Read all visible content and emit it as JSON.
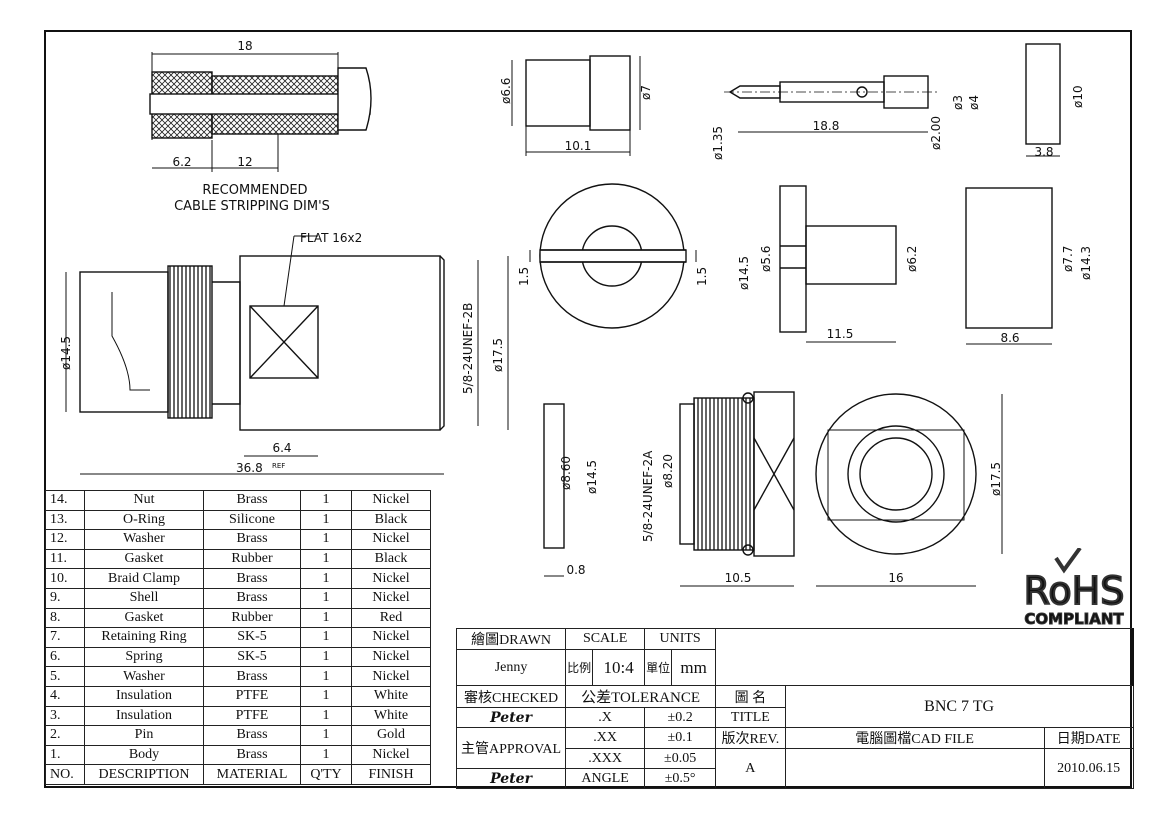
{
  "strip": {
    "top_dim": "18",
    "dim_a": "6.2",
    "dim_b": "12",
    "caption_1": "RECOMMENDED",
    "caption_2": "CABLE STRIPPING DIM'S"
  },
  "pin_views": {
    "d66": "ø6.6",
    "d7": "ø7",
    "w101": "10.1",
    "d135": "ø1.35",
    "w188": "18.8",
    "d200": "ø2.00",
    "d3": "ø3",
    "d4": "ø4",
    "d10": "ø10",
    "w38": "3.8"
  },
  "main_view": {
    "flat": "FLAT 16x2",
    "d145": "ø14.5",
    "thread": "5/8-24UNEF-2B",
    "d175": "ø17.5",
    "w64": "6.4",
    "total": "36.8",
    "ref": "REF"
  },
  "ring_views": {
    "s15a": "1.5",
    "s15b": "1.5",
    "d145": "ø14.5",
    "d56": "ø5.6",
    "d62": "ø6.2",
    "w115": "11.5",
    "d77": "ø7.7",
    "d143": "ø14.3",
    "w86": "8.6"
  },
  "lower_views": {
    "d860": "ø8.60",
    "d145": "ø14.5",
    "w08": "0.8",
    "thread": "5/8-24UNEF-2A",
    "d820": "ø8.20",
    "w105": "10.5",
    "d175": "ø17.5",
    "w16": "16"
  },
  "bom": {
    "headers": [
      "NO.",
      "DESCRIPTION",
      "MATERIAL",
      "Q'TY",
      "FINISH"
    ],
    "rows": [
      [
        "14.",
        "Nut",
        "Brass",
        "1",
        "Nickel"
      ],
      [
        "13.",
        "O-Ring",
        "Silicone",
        "1",
        "Black"
      ],
      [
        "12.",
        "Washer",
        "Brass",
        "1",
        "Nickel"
      ],
      [
        "11.",
        "Gasket",
        "Rubber",
        "1",
        "Black"
      ],
      [
        "10.",
        "Braid Clamp",
        "Brass",
        "1",
        "Nickel"
      ],
      [
        "9.",
        "Shell",
        "Brass",
        "1",
        "Nickel"
      ],
      [
        "8.",
        "Gasket",
        "Rubber",
        "1",
        "Red"
      ],
      [
        "7.",
        "Retaining Ring",
        "SK-5",
        "1",
        "Nickel"
      ],
      [
        "6.",
        "Spring",
        "SK-5",
        "1",
        "Nickel"
      ],
      [
        "5.",
        "Washer",
        "Brass",
        "1",
        "Nickel"
      ],
      [
        "4.",
        "Insulation",
        "PTFE",
        "1",
        "White"
      ],
      [
        "3.",
        "Insulation",
        "PTFE",
        "1",
        "White"
      ],
      [
        "2.",
        "Pin",
        "Brass",
        "1",
        "Gold"
      ],
      [
        "1.",
        "Body",
        "Brass",
        "1",
        "Nickel"
      ]
    ]
  },
  "title_block": {
    "drawn_label": "繪圖DRAWN",
    "drawn_by": "Jenny",
    "scale_label": "SCALE",
    "scale_cn": "比例",
    "scale_value": "10:4",
    "units_label": "UNITS",
    "units_cn": "單位",
    "units_value": "mm",
    "checked_label": "審核CHECKED",
    "checked_by": "Peter",
    "approval_label": "主管APPROVAL",
    "approved_by": "Peter",
    "tolerance_label": "公差TOLERANCE",
    "tol_x": ".X",
    "tol_x_val": "±0.2",
    "tol_xx": ".XX",
    "tol_xx_val": "±0.1",
    "tol_xxx": ".XXX",
    "tol_xxx_val": "±0.05",
    "tol_angle": "ANGLE",
    "tol_angle_val": "±0.5°",
    "title_cn": "圖 名",
    "title_label": "TITLE",
    "title_value": "BNC 7 TG",
    "rev_label": "版次REV.",
    "rev_value": "A",
    "cad_label": "電腦圖檔CAD FILE",
    "date_label": "日期DATE",
    "date_value": "2010.06.15"
  },
  "rohs": {
    "mark": "RoHS",
    "sub": "COMPLIANT"
  }
}
